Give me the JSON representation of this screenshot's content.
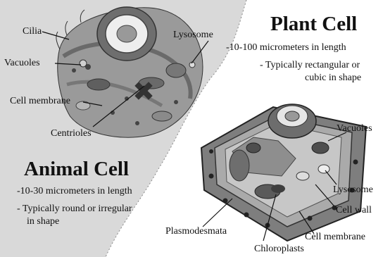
{
  "animal": {
    "title": "Animal Cell",
    "desc1": "-10-30 micrometers in length",
    "desc2": "- Typically round or irregular",
    "desc3": "in shape",
    "labels": {
      "cilia": "Cilia",
      "vacuoles": "Vacuoles",
      "cell_membrane": "Cell membrane",
      "centrioles": "Centrioles",
      "lysosome": "Lysosome"
    }
  },
  "plant": {
    "title": "Plant Cell",
    "desc1": "-10-100 micrometers in length",
    "desc2": "- Typically rectangular or",
    "desc3": "cubic in shape",
    "labels": {
      "vacuoles": "Vacuoles",
      "lysosome": "Lysosome",
      "cell_wall": "Cell wall",
      "cell_membrane": "Cell membrane",
      "plasmodesmata": "Plasmodesmata",
      "chloroplasts": "Chloroplasts"
    }
  }
}
